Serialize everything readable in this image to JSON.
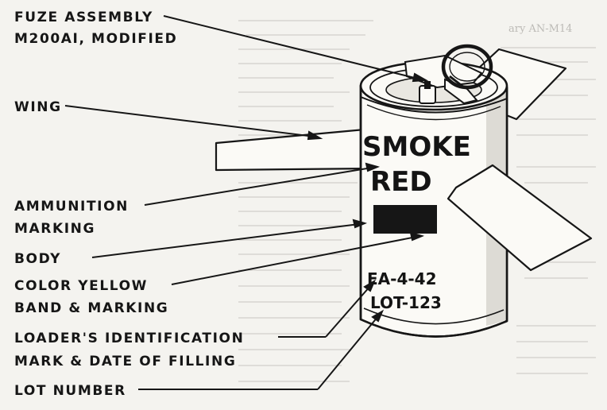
{
  "labels": {
    "fuze_line1": "FUZE ASSEMBLY",
    "fuze_line2": "M200AI, MODIFIED",
    "wing": "WING",
    "ammo_line1": "AMMUNITION",
    "ammo_line2": "MARKING",
    "body": "BODY",
    "color_line1": "COLOR YELLOW",
    "color_line2": "BAND & MARKING",
    "loader_line1": "LOADER'S IDENTIFICATION",
    "loader_line2": "MARK & DATE OF FILLING",
    "lot": "LOT NUMBER"
  },
  "can_marking": {
    "line1": "SMOKE",
    "line2": "RED",
    "loader_code": "EA-4-42",
    "lot_code": "LOT-123"
  },
  "background_text": {
    "heading": "ary AN-M14"
  },
  "colors": {
    "ink": "#161616",
    "paper": "#f4f3ef",
    "can_body": "#fbfaf6"
  }
}
